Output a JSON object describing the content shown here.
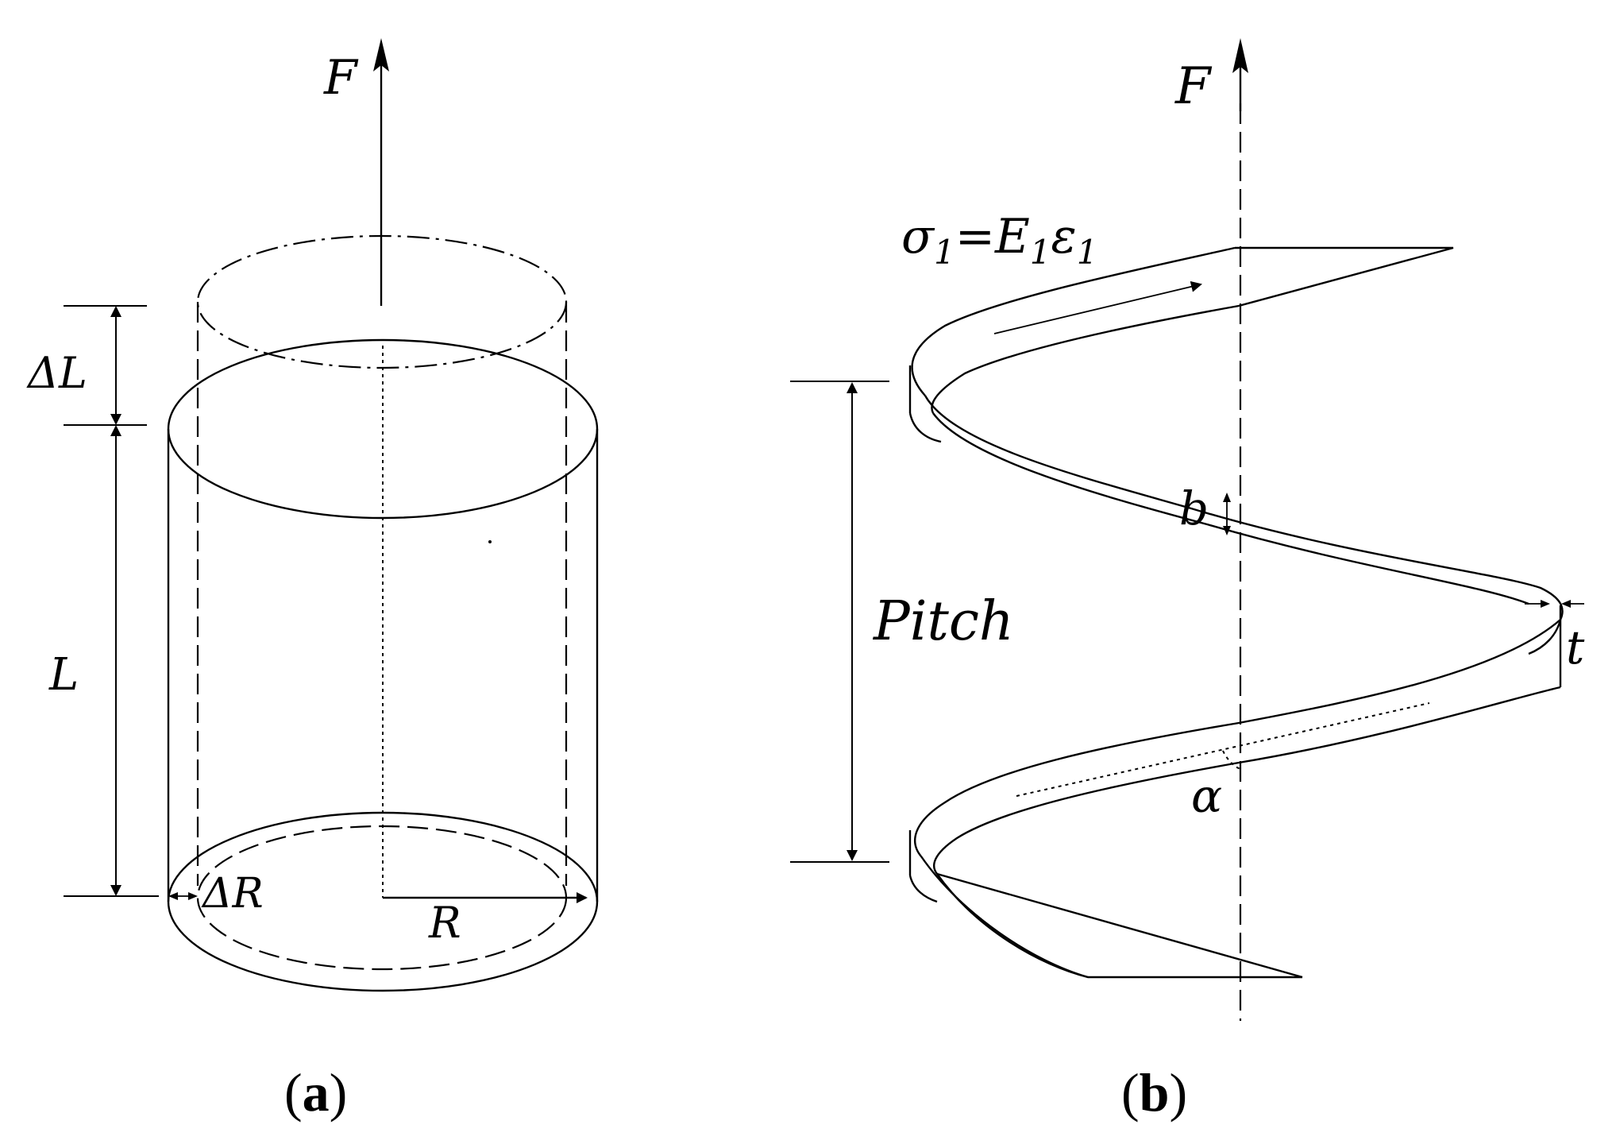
{
  "figure_a": {
    "force_label": "F",
    "delta_l_label": "ΔL",
    "length_label": "L",
    "delta_r_label": "ΔR",
    "radius_label": "R",
    "caption_open": "(",
    "caption_letter": "a",
    "caption_close": ")"
  },
  "figure_b": {
    "force_label": "F",
    "stress_sigma": "σ",
    "stress_sub1": "1",
    "stress_eq": "=E",
    "stress_sub2": "1",
    "stress_eps": "ε",
    "stress_sub3": "1",
    "width_label": "b",
    "pitch_label": "Pitch",
    "thickness_label": "t",
    "angle_label": "α",
    "caption_open": "(",
    "caption_letter": "b",
    "caption_close": ")"
  }
}
